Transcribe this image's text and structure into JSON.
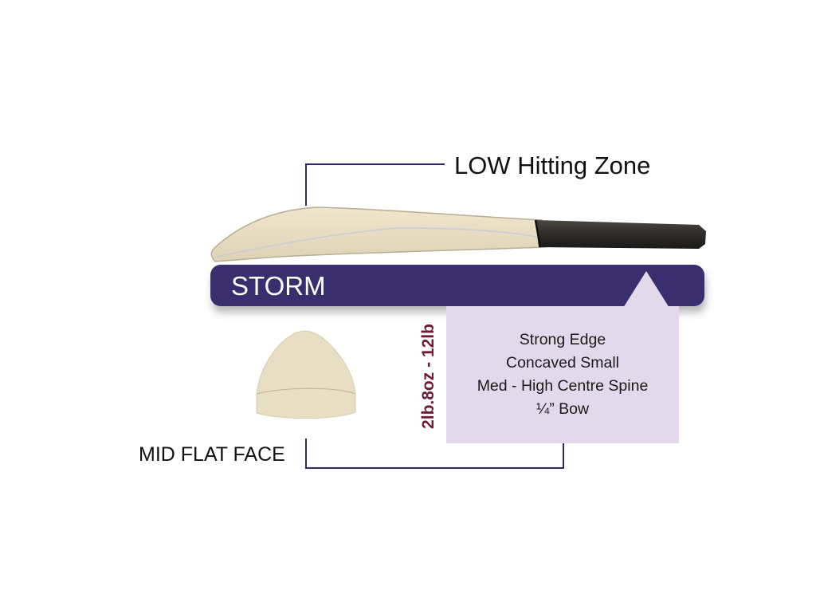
{
  "diagram": {
    "hitting_zone_label": "LOW Hitting Zone",
    "model_name": "STORM",
    "weight_range": "2lb.8oz - 12lb",
    "face_label": "MID FLAT FACE",
    "specs": [
      "Strong Edge",
      "Concaved Small",
      "Med - High Centre Spine",
      "¼” Bow"
    ]
  },
  "colors": {
    "banner": "#3a2e6e",
    "spec_box": "#e3d9eb",
    "blade": "#e8dec3",
    "blade_edge": "#b8ae96",
    "handle": "#2e2b28",
    "connector": "#2e2a63",
    "weight_text": "#6e1a34"
  },
  "icons": {
    "banner_marker": "triangle-up-icon"
  }
}
